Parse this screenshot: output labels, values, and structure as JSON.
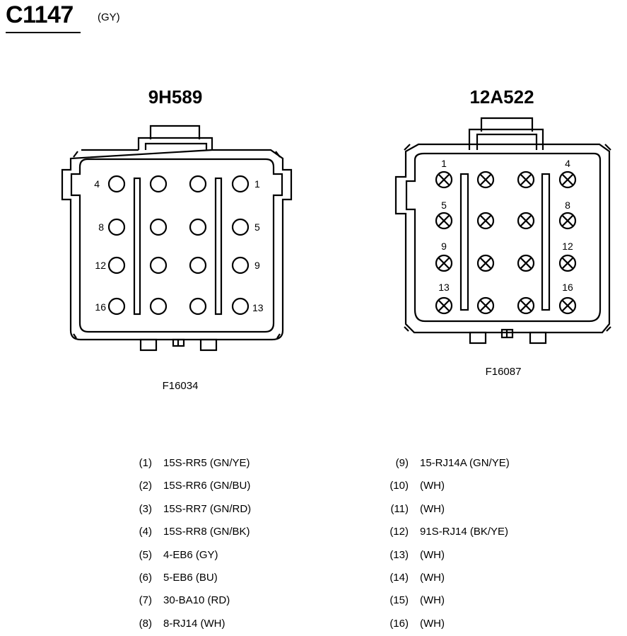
{
  "header": {
    "connector_id": "C1147",
    "color_code": "(GY)"
  },
  "connectors": [
    {
      "part_number": "9H589",
      "figure_id": "F16034",
      "cavity_style": "open",
      "pin_labels": [
        {
          "text": "4"
        },
        {
          "text": "1"
        },
        {
          "text": "8"
        },
        {
          "text": "5"
        },
        {
          "text": "12"
        },
        {
          "text": "9"
        },
        {
          "text": "16"
        },
        {
          "text": "13"
        }
      ]
    },
    {
      "part_number": "12A522",
      "figure_id": "F16087",
      "cavity_style": "crossed",
      "pin_labels": [
        {
          "text": "1"
        },
        {
          "text": "4"
        },
        {
          "text": "5"
        },
        {
          "text": "8"
        },
        {
          "text": "9"
        },
        {
          "text": "12"
        },
        {
          "text": "13"
        },
        {
          "text": "16"
        }
      ]
    }
  ],
  "circuits_left": [
    {
      "pin": "(1)",
      "circuit": "15S-RR5 (GN/YE)"
    },
    {
      "pin": "(2)",
      "circuit": "15S-RR6 (GN/BU)"
    },
    {
      "pin": "(3)",
      "circuit": "15S-RR7 (GN/RD)"
    },
    {
      "pin": "(4)",
      "circuit": "15S-RR8 (GN/BK)"
    },
    {
      "pin": "(5)",
      "circuit": "4-EB6 (GY)"
    },
    {
      "pin": "(6)",
      "circuit": "5-EB6 (BU)"
    },
    {
      "pin": "(7)",
      "circuit": "30-BA10 (RD)"
    },
    {
      "pin": "(8)",
      "circuit": "8-RJ14 (WH)"
    }
  ],
  "circuits_right": [
    {
      "pin": "(9)",
      "circuit": "15-RJ14A (GN/YE)"
    },
    {
      "pin": "(10)",
      "circuit": "(WH)"
    },
    {
      "pin": "(11)",
      "circuit": "(WH)"
    },
    {
      "pin": "(12)",
      "circuit": "91S-RJ14 (BK/YE)"
    },
    {
      "pin": "(13)",
      "circuit": "(WH)"
    },
    {
      "pin": "(14)",
      "circuit": "(WH)"
    },
    {
      "pin": "(15)",
      "circuit": "(WH)"
    },
    {
      "pin": "(16)",
      "circuit": "(WH)"
    }
  ]
}
